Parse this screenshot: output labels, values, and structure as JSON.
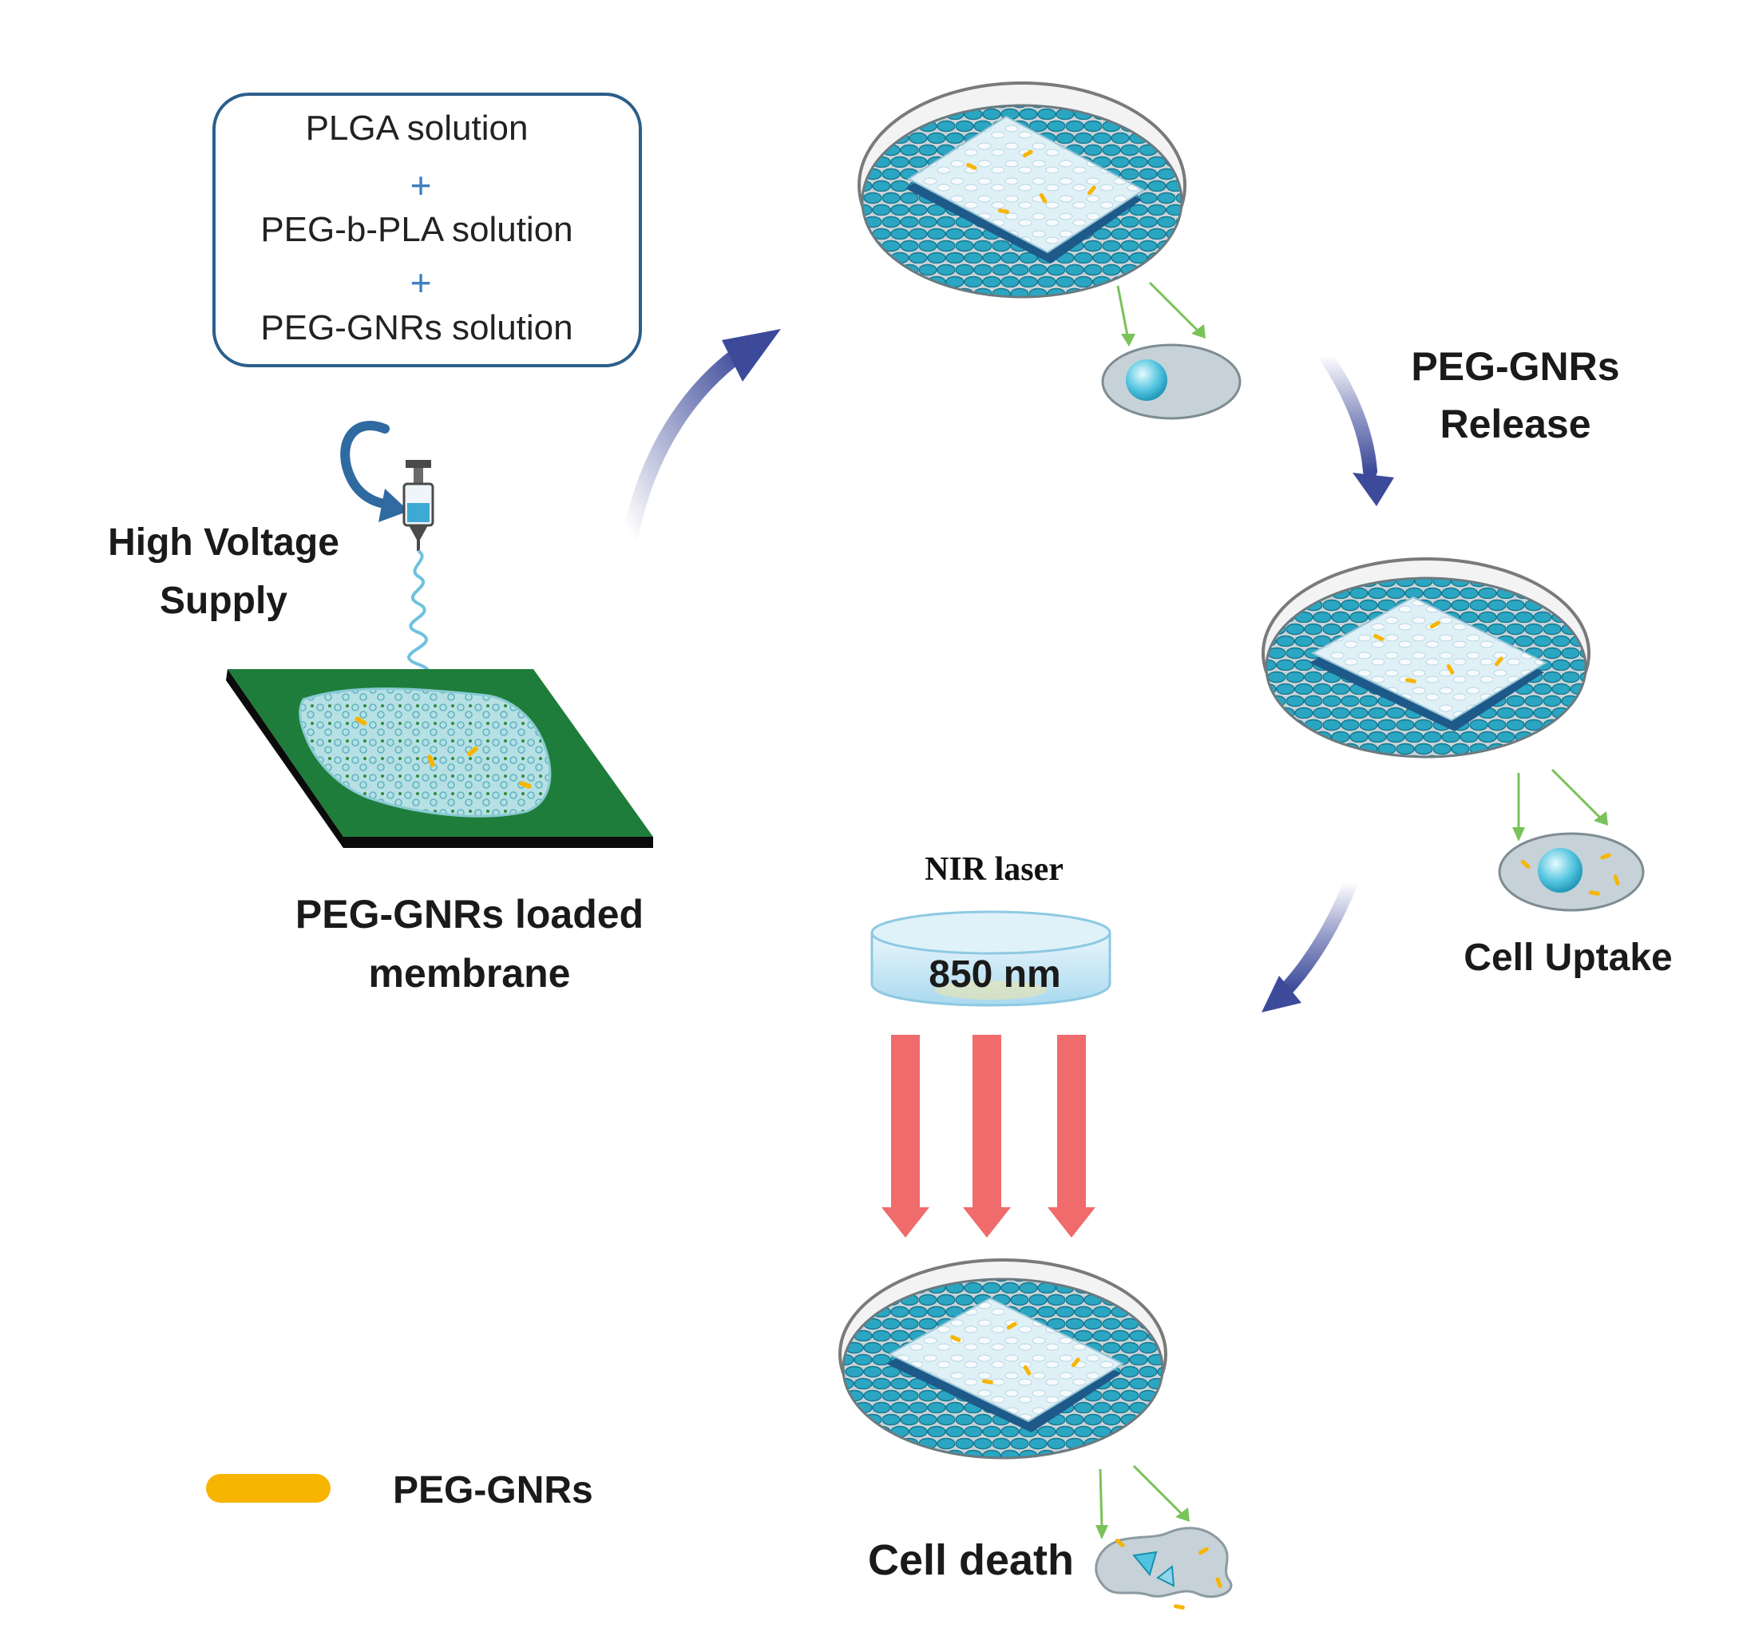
{
  "solution_box": {
    "line1": "PLGA solution",
    "plus1": "+",
    "line2": "PEG-b-PLA solution",
    "plus2": "+",
    "line3": "PEG-GNRs solution"
  },
  "electrospinning": {
    "supply_line1": "High Voltage",
    "supply_line2": "Supply",
    "membrane_line1": "PEG-GNRs loaded",
    "membrane_line2": "membrane"
  },
  "release": {
    "line1": "PEG-GNRs",
    "line2": "Release"
  },
  "uptake": {
    "label": "Cell Uptake"
  },
  "laser": {
    "title": "NIR laser",
    "wavelength": "850 nm"
  },
  "death": {
    "label": "Cell death"
  },
  "legend": {
    "label": "PEG-GNRs"
  },
  "colors": {
    "flow_arrow": "#3d4a9a",
    "box_border": "#2b5f8a",
    "plus": "#3b7fc0",
    "collector_green": "#1f7d3b",
    "cell_teal": "#2bb0c8",
    "gnr_gold": "#f7b500",
    "laser_red": "#f06b6b",
    "small_arrow_green": "#7ac25a"
  }
}
